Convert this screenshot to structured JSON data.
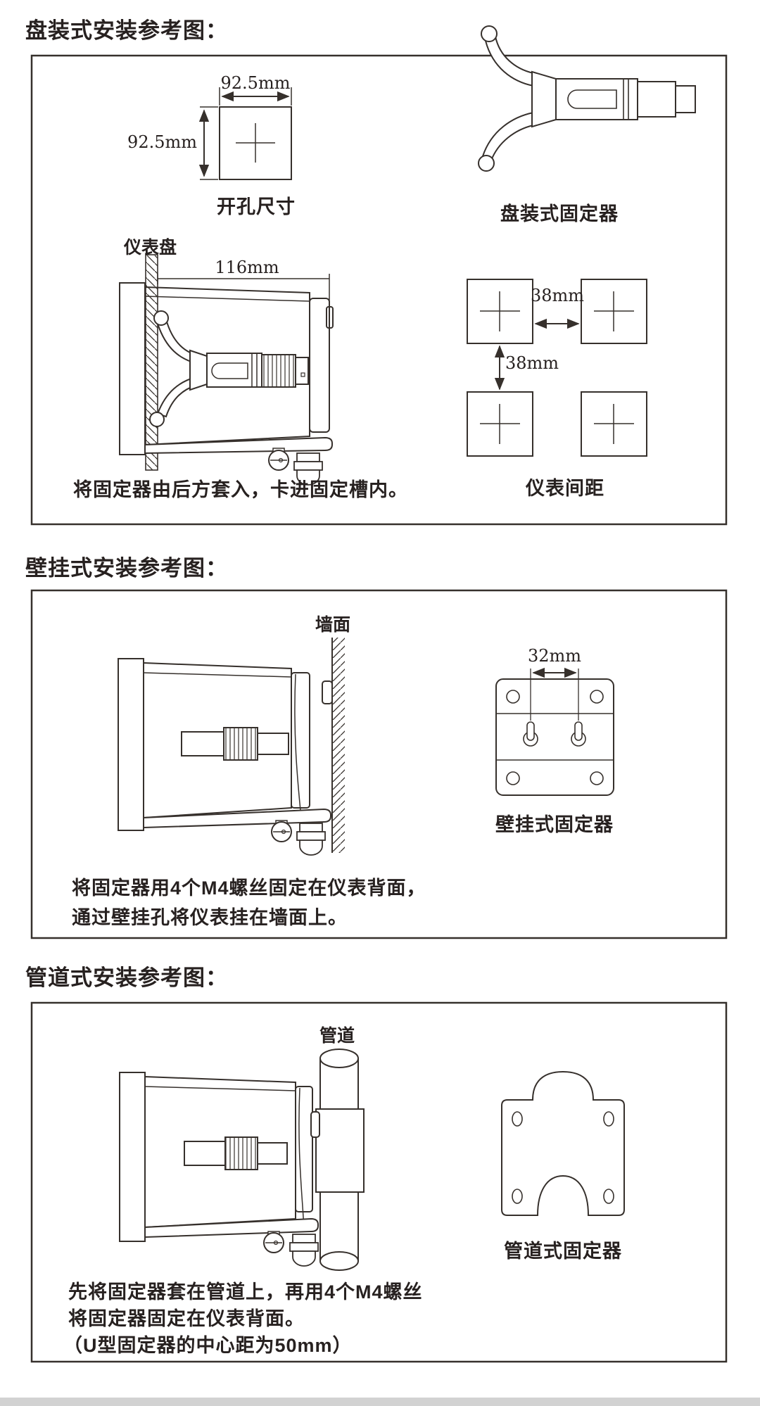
{
  "colors": {
    "line": "#36302c",
    "text": "#272120",
    "footer_bar": "#d2d2d2"
  },
  "panel": {
    "title": "盘装式安装参考图：",
    "cutout_width": "92.5mm",
    "cutout_height": "92.5mm",
    "cutout_caption": "开孔尺寸",
    "fixture_caption": "盘装式固定器",
    "panel_label": "仪表盘",
    "depth": "116mm",
    "install_caption": "将固定器由后方套入，卡进固定槽内。",
    "gap_h": "38mm",
    "gap_v": "38mm",
    "spacing_caption": "仪表间距"
  },
  "wall": {
    "title": "壁挂式安装参考图：",
    "wall_label": "墙面",
    "hole_pitch": "32mm",
    "fixture_caption": "壁挂式固定器",
    "install_caption_1": "将固定器用4个M4螺丝固定在仪表背面，",
    "install_caption_2": "通过壁挂孔将仪表挂在墙面上。"
  },
  "pipe": {
    "title": "管道式安装参考图：",
    "pipe_label": "管道",
    "fixture_caption": "管道式固定器",
    "install_caption_1": "先将固定器套在管道上，再用4个M4螺丝",
    "install_caption_2": "将固定器固定在仪表背面。",
    "install_caption_3": "（U型固定器的中心距为50mm）"
  }
}
